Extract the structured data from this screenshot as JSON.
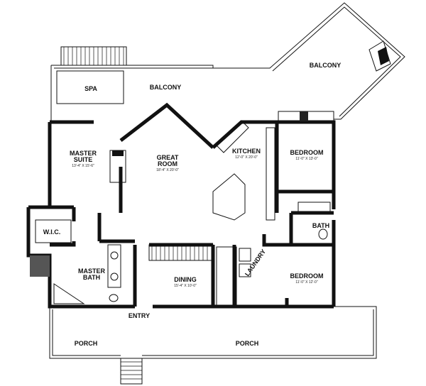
{
  "plan": {
    "rooms": [
      {
        "id": "spa",
        "name": "SPA"
      },
      {
        "id": "balcony",
        "name": "BALCONY"
      },
      {
        "id": "balcony2",
        "name": "BALCONY"
      },
      {
        "id": "master_suite",
        "name": "MASTER\nSUITE",
        "line1": "MASTER",
        "line2": "SUITE",
        "dims": "13'-4\" X 15'-6\""
      },
      {
        "id": "great_room",
        "name": "GREAT ROOM",
        "line1": "GREAT",
        "line2": "ROOM",
        "dims": "18'-4\" X 20'-0\""
      },
      {
        "id": "kitchen",
        "name": "KITCHEN",
        "dims": "12'-0\" X 20'-0\""
      },
      {
        "id": "bedroom1",
        "name": "BEDROOM",
        "dims": "11'-0\" X 13'-0\""
      },
      {
        "id": "wic",
        "name": "W.I.C."
      },
      {
        "id": "bath",
        "name": "BATH"
      },
      {
        "id": "laundry",
        "name": "LAUNDRY"
      },
      {
        "id": "master_bath",
        "name": "MASTER BATH",
        "line1": "MASTER",
        "line2": "BATH"
      },
      {
        "id": "dining",
        "name": "DINING",
        "dims": "15'-4\" X 10'-0\""
      },
      {
        "id": "bedroom2",
        "name": "BEDROOM",
        "dims": "11'-0\" X 12'-0\""
      },
      {
        "id": "entry",
        "name": "ENTRY"
      },
      {
        "id": "porch1",
        "name": "PORCH"
      },
      {
        "id": "porch2",
        "name": "PORCH"
      }
    ]
  }
}
